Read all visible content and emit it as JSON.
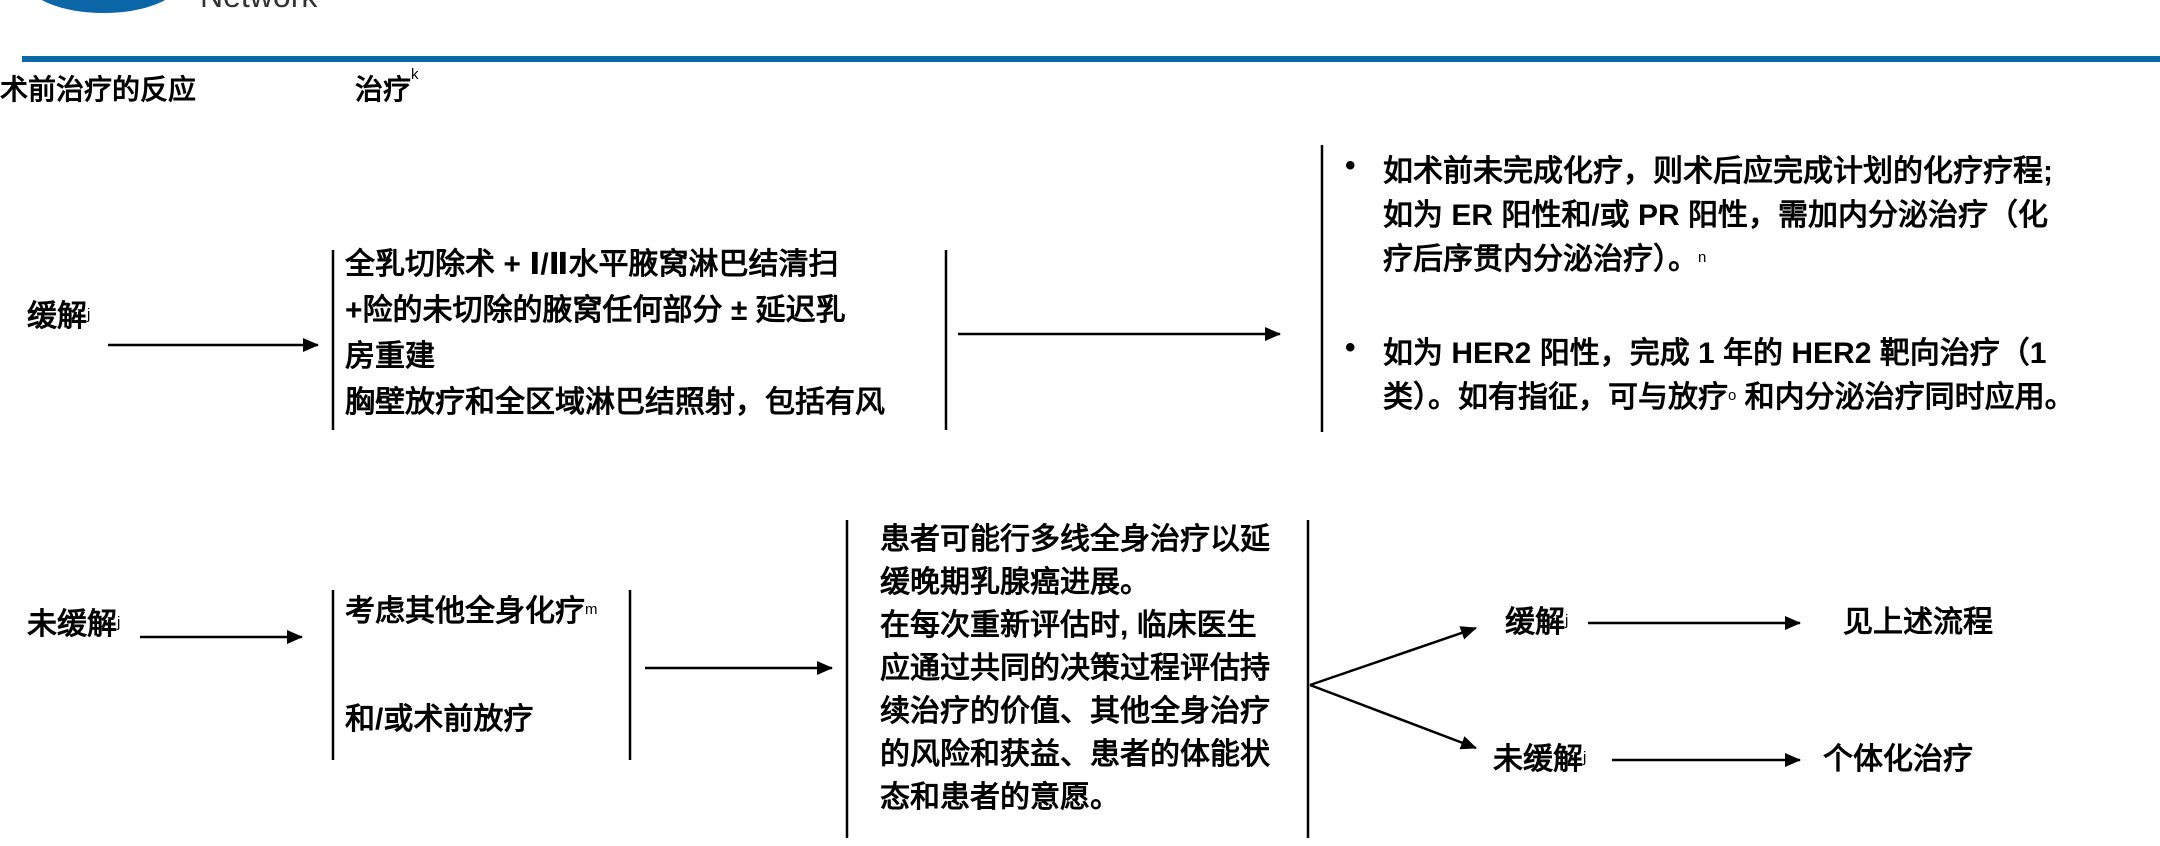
{
  "header": {
    "logo_text": "Network"
  },
  "columns": {
    "response": "术前治疗的反应",
    "treatment": "治疗",
    "treatment_sup": "k"
  },
  "row1": {
    "label": "缓解",
    "label_sup": "j",
    "treatment_lines": [
      "全乳切除术 + Ⅰ/Ⅱ水平腋窝淋巴结清扫",
      "+险的未切除的腋窝任何部分 ± 延迟乳",
      "房重建",
      "胸壁放疗和全区域淋巴结照射，包括有风"
    ],
    "bullets": [
      {
        "lines": [
          "如术前未完成化疗，则术后应完成计划的化疗疗程;",
          "如为 ER 阳性和/或 PR 阳性，需加内分泌治疗（化",
          "疗后序贯内分泌治疗）。"
        ],
        "sup": "n"
      },
      {
        "lines": [
          "如为 HER2 阳性，完成 1 年的 HER2 靶向治疗（1",
          "类）。如有指征，可与放疗"
        ],
        "sup": "o",
        "tail": " 和内分泌治疗同时应用。"
      }
    ]
  },
  "row2": {
    "label": "未缓解",
    "label_sup": "j",
    "treatment_1": "考虑其他全身化疗",
    "treatment_1_sup": "m",
    "treatment_2": "和/或术前放疗",
    "systemic_lines": [
      "患者可能行多线全身治疗以延",
      "缓晚期乳腺癌进展。",
      "在每次重新评估时, 临床医生",
      "应通过共同的决策过程评估持",
      "续治疗的价值、其他全身治疗",
      "的风险和获益、患者的体能状",
      "态和患者的意愿。"
    ],
    "outcome_yes": "缓解",
    "outcome_yes_sup": "j",
    "outcome_yes_next": "见上述流程",
    "outcome_no": "未缓解",
    "outcome_no_sup": "j",
    "outcome_no_next": "个体化治疗"
  },
  "colors": {
    "brand": "#0b66a8"
  }
}
